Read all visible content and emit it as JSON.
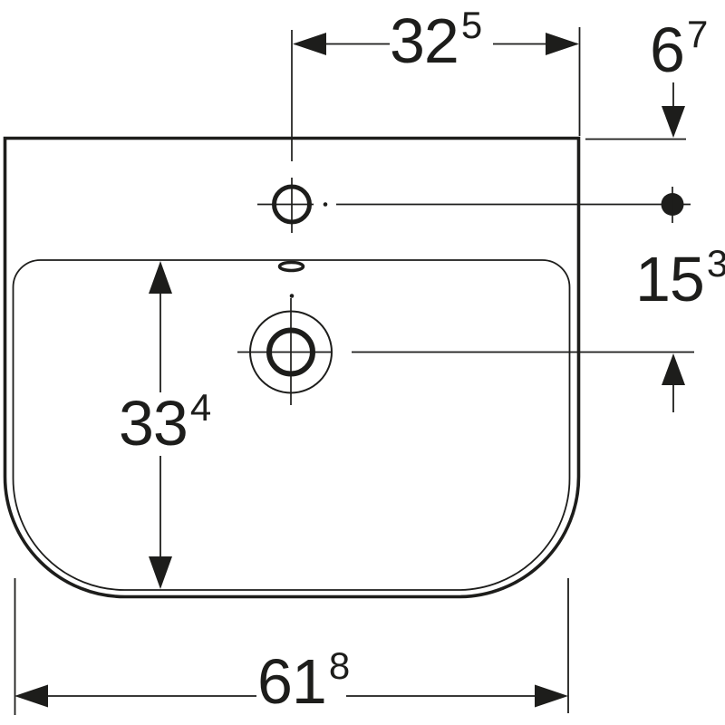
{
  "drawing": {
    "type": "technical-dimension-drawing",
    "subject": "washbasin top view with tap hole, overflow and drain",
    "background_color": "#ffffff",
    "line_color": "#1d1d1b",
    "dimensions": {
      "tap_hole_to_right_edge": {
        "value": "32",
        "sup": "5"
      },
      "top_edge_to_tap_hole": {
        "value": "6",
        "sup": "7"
      },
      "tap_hole_to_drain": {
        "value": "15",
        "sup": "3"
      },
      "inner_bowl_depth": {
        "value": "33",
        "sup": "4"
      },
      "overall_width": {
        "value": "61",
        "sup": "8"
      }
    }
  }
}
